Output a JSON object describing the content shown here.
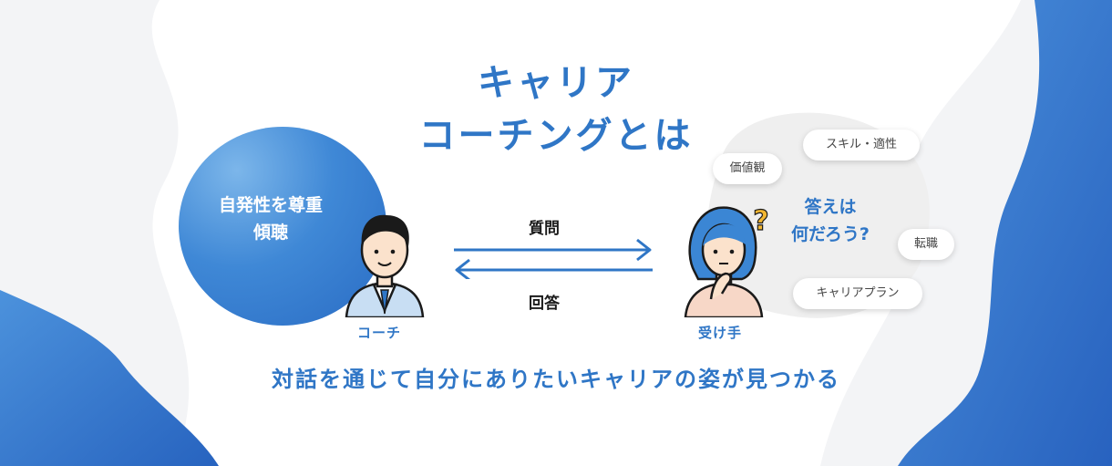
{
  "title_line1": "キャリア",
  "title_line2": "コーチングとは",
  "coach_circle": {
    "line1": "自発性を尊重",
    "line2": "傾聴"
  },
  "coach_label": "コーチ",
  "receiver_label": "受け手",
  "question_label": "質問",
  "answer_label": "回答",
  "thought": {
    "line1": "答えは",
    "line2": "何だろう?",
    "mark": "?"
  },
  "bubbles": [
    "価値観",
    "スキル・適性",
    "転職",
    "キャリアプラン"
  ],
  "footer": "対話を通じて自分にありたいキャリアの姿が見つかる",
  "colors": {
    "accent": "#2f76c6",
    "wave_blue": "#2a6cc4",
    "question_mark": "#f2b632"
  }
}
